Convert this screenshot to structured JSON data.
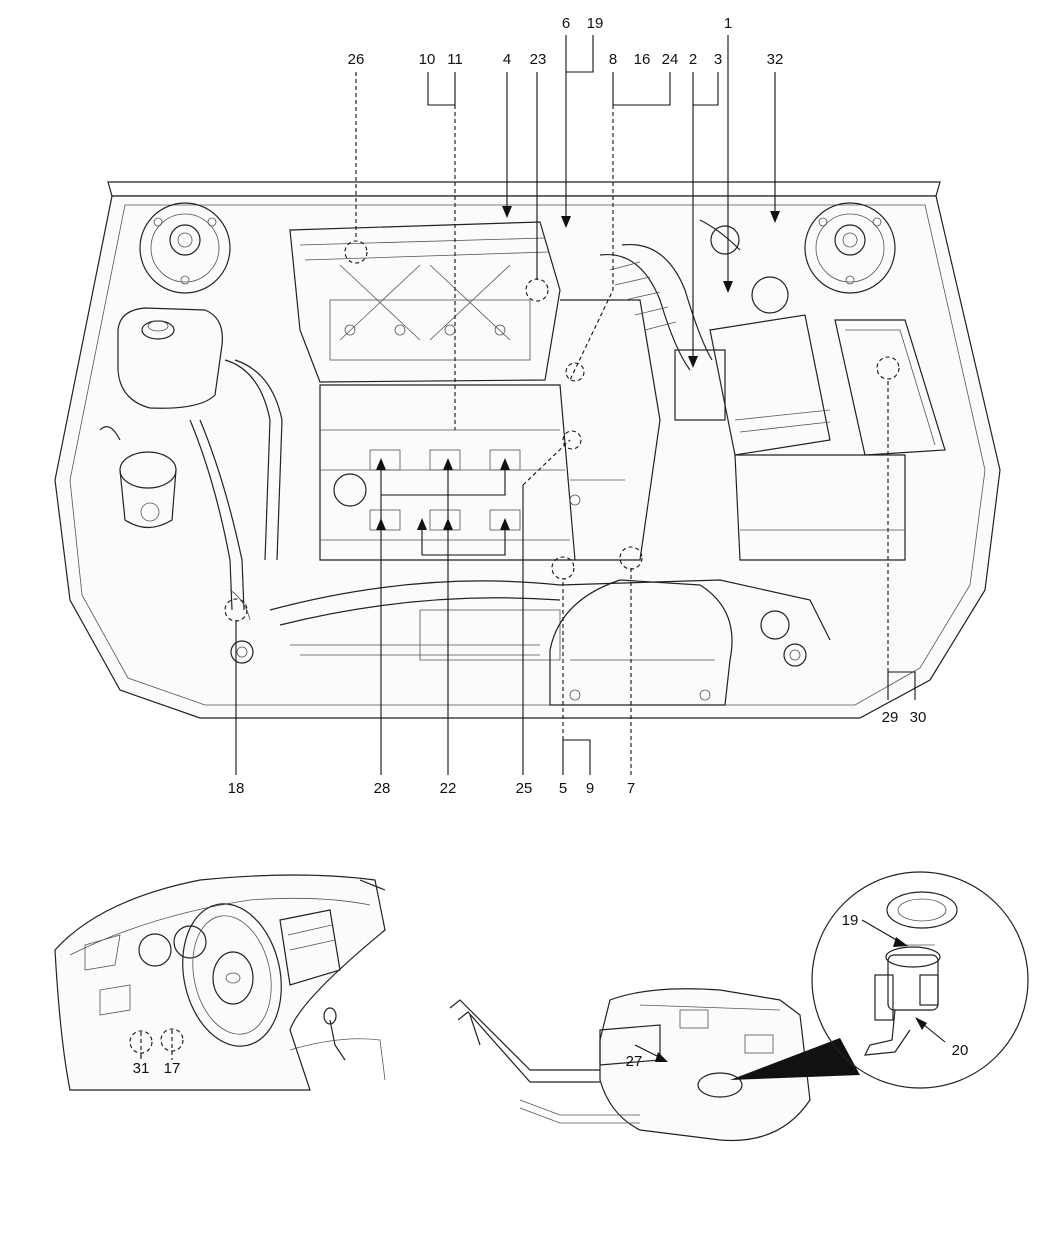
{
  "callouts": {
    "c1": "1",
    "c2": "2",
    "c3": "3",
    "c4": "4",
    "c5": "5",
    "c6": "6",
    "c7": "7",
    "c8": "8",
    "c9": "9",
    "c10": "10",
    "c11": "11",
    "c16": "16",
    "c17": "17",
    "c18": "18",
    "c19_top": "19",
    "c19_pump": "19",
    "c20": "20",
    "c22": "22",
    "c23": "23",
    "c24": "24",
    "c25": "25",
    "c26": "26",
    "c27": "27",
    "c28": "28",
    "c29": "29",
    "c30": "30",
    "c31": "31",
    "c32": "32"
  },
  "colors": {
    "line": "#222222",
    "background": "#ffffff"
  }
}
